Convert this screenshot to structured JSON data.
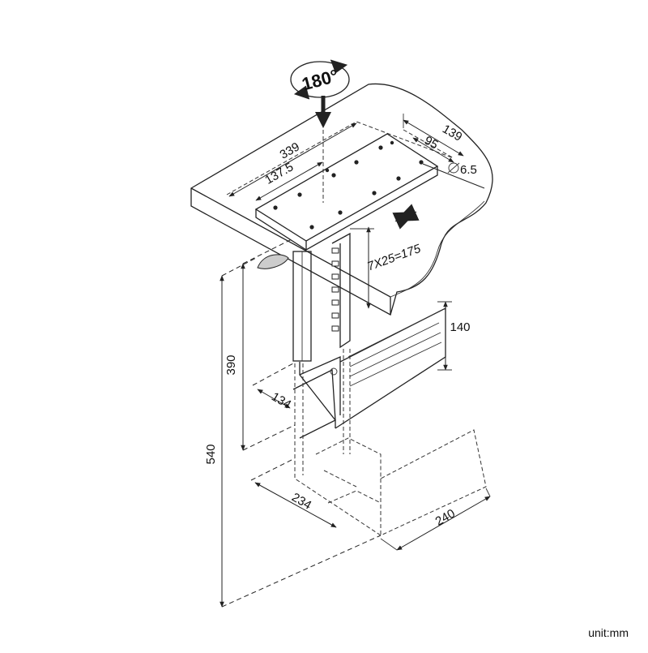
{
  "rotation": {
    "label": "180°",
    "icon": "rotate-180-icon"
  },
  "dimensions": {
    "top_width": "339",
    "top_inner": "137.5",
    "depth_outer": "139",
    "depth_inner": "95",
    "hole": "6.5",
    "adjust_steps": "7X25=175",
    "side_height": "140",
    "mid_height": "390",
    "total_height": "540",
    "shelf_width": "134",
    "base_depth": "234",
    "base_width": "240"
  },
  "unit_label": "unit:mm",
  "colors": {
    "line": "#222222",
    "background": "#ffffff"
  }
}
